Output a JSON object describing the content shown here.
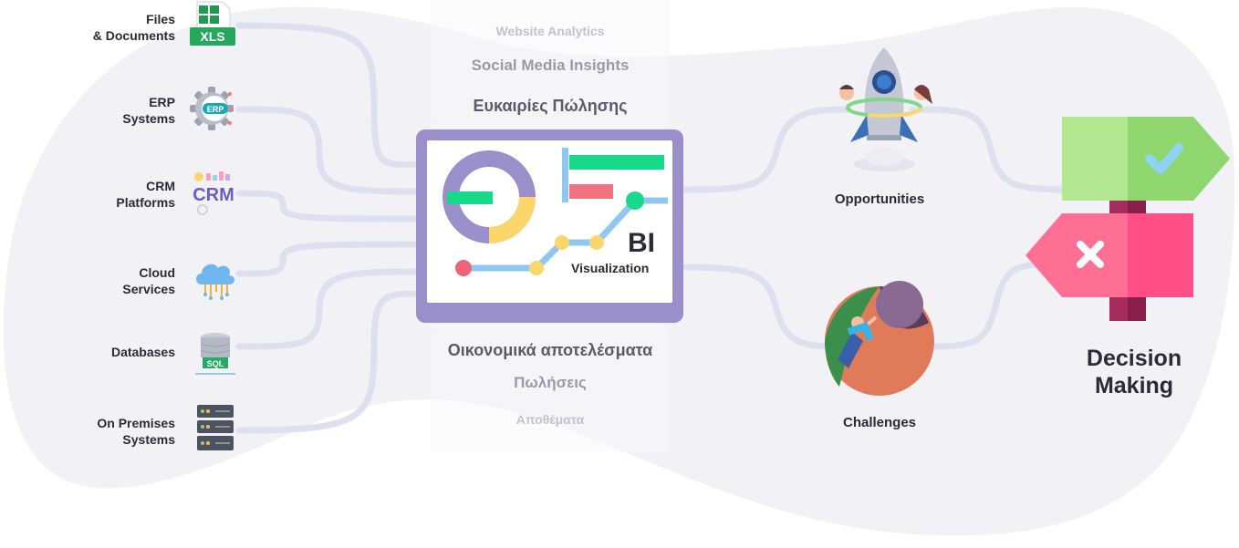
{
  "sources": [
    {
      "label": "Files\n& Documents",
      "icon": "xls-file-icon",
      "icon_text": "XLS"
    },
    {
      "label": "ERP\nSystems",
      "icon": "erp-gear-icon",
      "icon_text": "ERP"
    },
    {
      "label": "CRM\nPlatforms",
      "icon": "crm-icon",
      "icon_text": "CRM"
    },
    {
      "label": "Cloud\nServices",
      "icon": "cloud-icon"
    },
    {
      "label": "Databases",
      "icon": "sql-database-icon",
      "icon_text": "SQL"
    },
    {
      "label": "On Premises\nSystems",
      "icon": "server-rack-icon"
    }
  ],
  "floating_top": [
    "Website Analytics",
    "Social Media Insights",
    "Ευκαιρίες Πώλησης"
  ],
  "floating_bottom": [
    "Οικονομικά αποτελέσματα",
    "Πωλήσεις",
    "Αποθέματα"
  ],
  "bi": {
    "title": "BI",
    "subtitle": "Visualization"
  },
  "outcomes": {
    "opportunities": "Opportunities",
    "challenges": "Challenges"
  },
  "decision": "Decision\nMaking",
  "colors": {
    "blob": "#f1f1f6",
    "connector": "#dde1ef",
    "monitor": "#9b8fcb",
    "green_sign": "#9bde7e",
    "red_sign": "#ff4f7e",
    "accent_green": "#16d98a",
    "accent_yellow": "#fbd66b",
    "accent_blue": "#8fc7f2"
  }
}
